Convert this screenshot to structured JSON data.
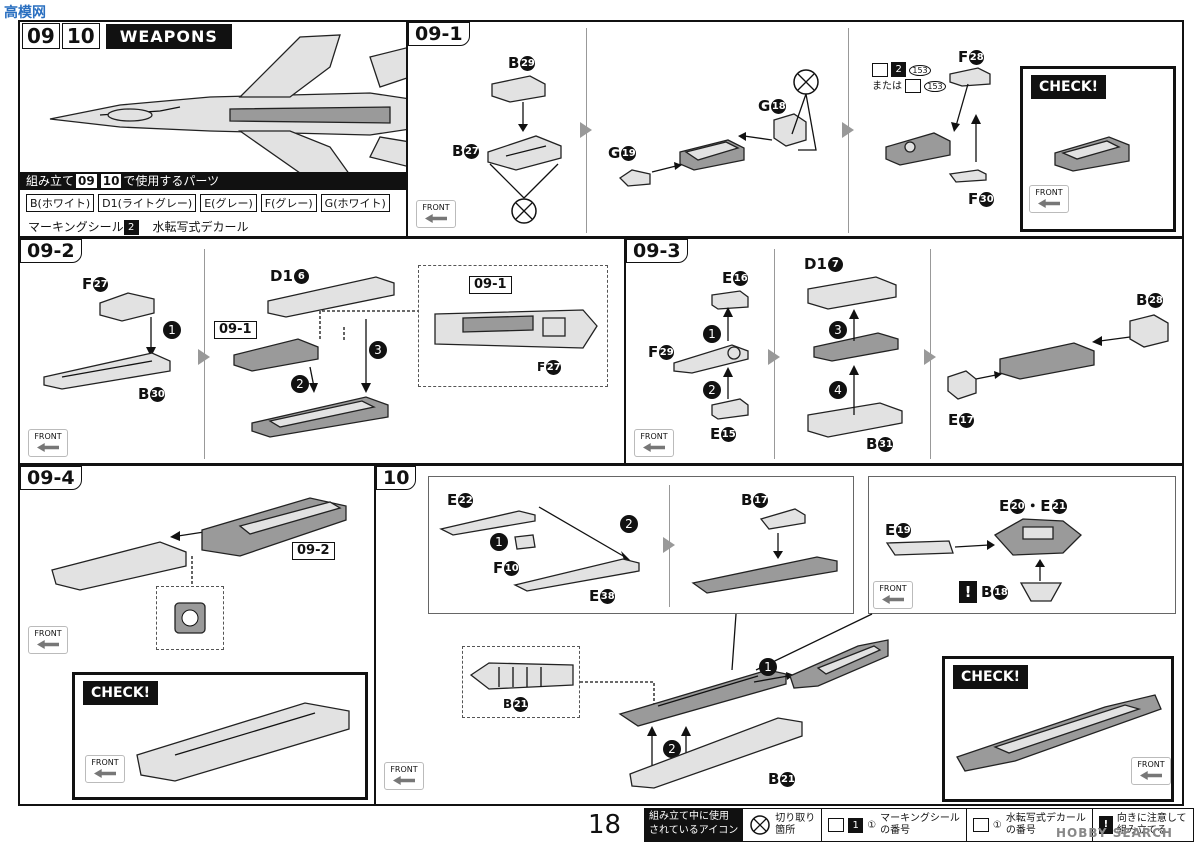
{
  "steps": {
    "s0910": {
      "a": "09",
      "b": "10",
      "title": "WEAPONS"
    },
    "s091": "09-1",
    "s092": "09-2",
    "s093": "09-3",
    "s094": "09-4",
    "s10": "10"
  },
  "parts_header": {
    "prefix": "組み立て",
    "n1": "09",
    "n2": "10",
    "suffix": "で使用するパーツ"
  },
  "runners": [
    "B(ホワイト)",
    "D1(ライトグレー)",
    "E(グレー)",
    "F(グレー)",
    "G(ホワイト)"
  ],
  "stickers": {
    "marking": "マーキングシール",
    "marking_no": "2",
    "decal": "水転写式デカール"
  },
  "labels": {
    "B": "B",
    "D1": "D1",
    "E": "E",
    "F": "F",
    "G": "G",
    "n29": "29",
    "n27": "27",
    "n18": "18",
    "n19": "19",
    "n28": "28",
    "n30": "30",
    "n6": "6",
    "n7": "7",
    "n16": "16",
    "n15": "15",
    "n31": "31",
    "n17": "17",
    "n22": "22",
    "n10": "10",
    "n38": "38",
    "n20": "20",
    "n21": "21",
    "mataha": "または",
    "sticker_no": "2",
    "decal_no": "153"
  },
  "common": {
    "front": "FRONT",
    "check": "CHECK!"
  },
  "refs": {
    "r091": "09-1",
    "r092": "09-2"
  },
  "order": [
    "1",
    "2",
    "3",
    "4"
  ],
  "footer": {
    "page": "18",
    "legend_title1": "組み立て中に使用",
    "legend_title2": "されているアイコン",
    "cut_label": "切り取り",
    "cut_label2": "箇所",
    "mark_label": "マーキングシール",
    "mark_label2": "の番号",
    "decal_label": "水転写式デカール",
    "decal_label2": "の番号",
    "attention_label": "向きに注意して",
    "attention_label2": "組み立てる",
    "sq1": "1",
    "c1": "①"
  },
  "watermarks": {
    "top_left": "高模网",
    "bottom_right": "HOBBY SEARCH"
  }
}
